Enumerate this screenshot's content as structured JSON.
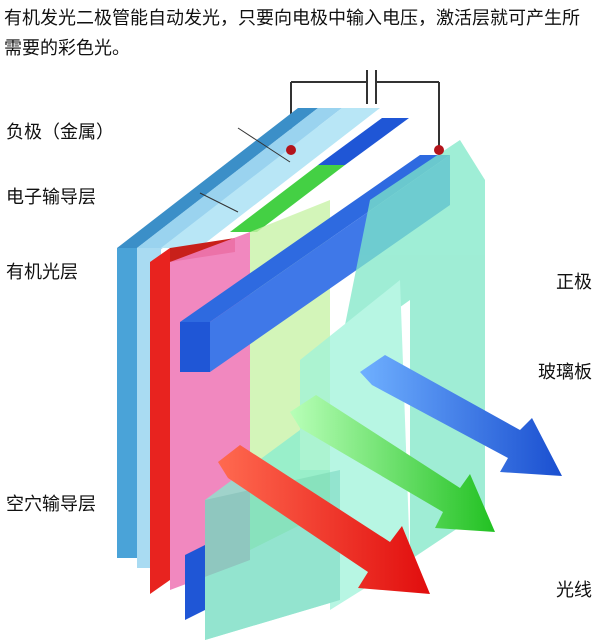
{
  "intro": "有机发光二极管能自动发光，只要向电极中输入电压，激活层就可产生所需要的彩色光。",
  "labels": {
    "cathode": "负极（金属）",
    "electron_transport": "电子输导层",
    "organic_light": "有机光层",
    "anode": "正极",
    "glass": "玻璃板",
    "hole_transport": "空穴输导层",
    "light": "光线"
  },
  "colors": {
    "cathode": "#5fb6e0",
    "electron_layer": "#8fd0ee",
    "red": "#e8231f",
    "pink": "#f08cc4",
    "green": "#33cc33",
    "blue": "#1f56d6",
    "glass": "#7fe8c8"
  }
}
